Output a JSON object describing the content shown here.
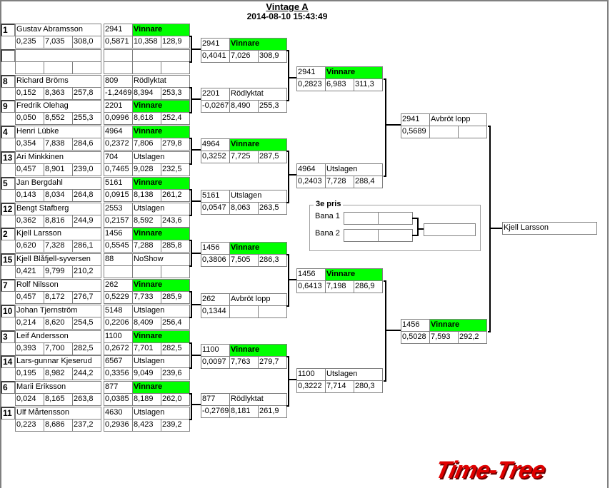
{
  "header": {
    "title": "Vintage A",
    "datetime": "2014-08-10 15:43:49"
  },
  "colors": {
    "winner": "#00ff00",
    "brand": "#e00000"
  },
  "entries": [
    {
      "seed": "1",
      "name": "Gustav Abramsson",
      "stats": [
        "0,235",
        "7,035",
        "308,0"
      ],
      "r1": {
        "num": "2941",
        "status": "Vinnare",
        "stats": [
          "0,5871",
          "10,358",
          "128,9"
        ]
      }
    },
    {
      "seed": "",
      "name": "",
      "stats": [
        "",
        "",
        ""
      ],
      "r1": {
        "num": "",
        "status": "",
        "stats": [
          "",
          "",
          ""
        ]
      }
    },
    {
      "seed": "8",
      "name": "Richard Bröms",
      "stats": [
        "0,152",
        "8,363",
        "257,8"
      ],
      "r1": {
        "num": "809",
        "status": "Rödlyktat",
        "stats": [
          "-1,2469",
          "8,394",
          "253,3"
        ]
      }
    },
    {
      "seed": "9",
      "name": "Fredrik Olehag",
      "stats": [
        "0,050",
        "8,552",
        "255,3"
      ],
      "r1": {
        "num": "2201",
        "status": "Vinnare",
        "stats": [
          "0,0996",
          "8,618",
          "252,4"
        ]
      }
    },
    {
      "seed": "4",
      "name": "Henri Lübke",
      "stats": [
        "0,354",
        "7,838",
        "284,6"
      ],
      "r1": {
        "num": "4964",
        "status": "Vinnare",
        "stats": [
          "0,2372",
          "7,806",
          "279,8"
        ]
      }
    },
    {
      "seed": "13",
      "name": "Ari Minkkinen",
      "stats": [
        "0,457",
        "8,901",
        "239,0"
      ],
      "r1": {
        "num": "704",
        "status": "Utslagen",
        "stats": [
          "0,7465",
          "9,028",
          "232,5"
        ]
      }
    },
    {
      "seed": "5",
      "name": "Jan Bergdahl",
      "stats": [
        "0,143",
        "8,034",
        "264,8"
      ],
      "r1": {
        "num": "5161",
        "status": "Vinnare",
        "stats": [
          "0,0915",
          "8,138",
          "261,2"
        ]
      }
    },
    {
      "seed": "12",
      "name": "Bengt Stafberg",
      "stats": [
        "0,362",
        "8,816",
        "244,9"
      ],
      "r1": {
        "num": "2553",
        "status": "Utslagen",
        "stats": [
          "0,2157",
          "8,592",
          "243,6"
        ]
      }
    },
    {
      "seed": "2",
      "name": "Kjell Larsson",
      "stats": [
        "0,620",
        "7,328",
        "286,1"
      ],
      "r1": {
        "num": "1456",
        "status": "Vinnare",
        "stats": [
          "0,5545",
          "7,288",
          "285,8"
        ]
      }
    },
    {
      "seed": "15",
      "name": "Kjell Blåfjell-syversen",
      "stats": [
        "0,421",
        "9,799",
        "210,2"
      ],
      "r1": {
        "num": "88",
        "status": "NoShow",
        "stats": [
          "",
          "",
          ""
        ]
      }
    },
    {
      "seed": "7",
      "name": "Rolf Nilsson",
      "stats": [
        "0,457",
        "8,172",
        "276,7"
      ],
      "r1": {
        "num": "262",
        "status": "Vinnare",
        "stats": [
          "0,5229",
          "7,733",
          "285,9"
        ]
      }
    },
    {
      "seed": "10",
      "name": "Johan Tjernström",
      "stats": [
        "0,214",
        "8,620",
        "254,5"
      ],
      "r1": {
        "num": "5148",
        "status": "Utslagen",
        "stats": [
          "0,2206",
          "8,409",
          "256,4"
        ]
      }
    },
    {
      "seed": "3",
      "name": "Leif Andersson",
      "stats": [
        "0,393",
        "7,700",
        "282,5"
      ],
      "r1": {
        "num": "1100",
        "status": "Vinnare",
        "stats": [
          "0,2672",
          "7,701",
          "282,5"
        ]
      }
    },
    {
      "seed": "14",
      "name": "Lars-gunnar Kjeserud",
      "stats": [
        "0,195",
        "8,982",
        "244,2"
      ],
      "r1": {
        "num": "6567",
        "status": "Utslagen",
        "stats": [
          "0,3356",
          "9,049",
          "239,6"
        ]
      }
    },
    {
      "seed": "6",
      "name": "Marii  Eriksson",
      "stats": [
        "0,024",
        "8,165",
        "263,8"
      ],
      "r1": {
        "num": "877",
        "status": "Vinnare",
        "stats": [
          "0,0385",
          "8,189",
          "262,0"
        ]
      }
    },
    {
      "seed": "11",
      "name": "Ulf Mårtensson",
      "stats": [
        "0,223",
        "8,686",
        "237,2"
      ],
      "r1": {
        "num": "4630",
        "status": "Utslagen",
        "stats": [
          "0,2936",
          "8,423",
          "239,2"
        ]
      }
    }
  ],
  "round2": [
    {
      "num": "2941",
      "status": "Vinnare",
      "stats": [
        "0,4041",
        "7,026",
        "308,9"
      ]
    },
    {
      "num": "2201",
      "status": "Rödlyktat",
      "stats": [
        "-0,0267",
        "8,490",
        "255,3"
      ]
    },
    {
      "num": "4964",
      "status": "Vinnare",
      "stats": [
        "0,3252",
        "7,725",
        "287,5"
      ]
    },
    {
      "num": "5161",
      "status": "Utslagen",
      "stats": [
        "0,0547",
        "8,063",
        "263,5"
      ]
    },
    {
      "num": "1456",
      "status": "Vinnare",
      "stats": [
        "0,3806",
        "7,505",
        "286,3"
      ]
    },
    {
      "num": "262",
      "status": "Avbröt lopp",
      "stats": [
        "0,1344",
        "",
        ""
      ]
    },
    {
      "num": "1100",
      "status": "Vinnare",
      "stats": [
        "0,0097",
        "7,763",
        "279,7"
      ]
    },
    {
      "num": "877",
      "status": "Rödlyktat",
      "stats": [
        "-0,2769",
        "8,181",
        "261,9"
      ]
    }
  ],
  "round3": [
    {
      "num": "2941",
      "status": "Vinnare",
      "stats": [
        "0,2823",
        "6,983",
        "311,3"
      ]
    },
    {
      "num": "4964",
      "status": "Utslagen",
      "stats": [
        "0,2403",
        "7,728",
        "288,4"
      ]
    },
    {
      "num": "1456",
      "status": "Vinnare",
      "stats": [
        "0,6413",
        "7,198",
        "286,9"
      ]
    },
    {
      "num": "1100",
      "status": "Utslagen",
      "stats": [
        "0,3222",
        "7,714",
        "280,3"
      ]
    }
  ],
  "round4": [
    {
      "num": "2941",
      "status": "Avbröt lopp",
      "stats": [
        "0,5689",
        "",
        ""
      ]
    },
    {
      "num": "1456",
      "status": "Vinnare",
      "stats": [
        "0,5028",
        "7,593",
        "292,2"
      ]
    }
  ],
  "final": {
    "name": "Kjell Larsson"
  },
  "third_place": {
    "title": "3e pris",
    "lane1_label": "Bana 1",
    "lane2_label": "Bana 2"
  },
  "logo": {
    "text": "Time-Tree"
  }
}
